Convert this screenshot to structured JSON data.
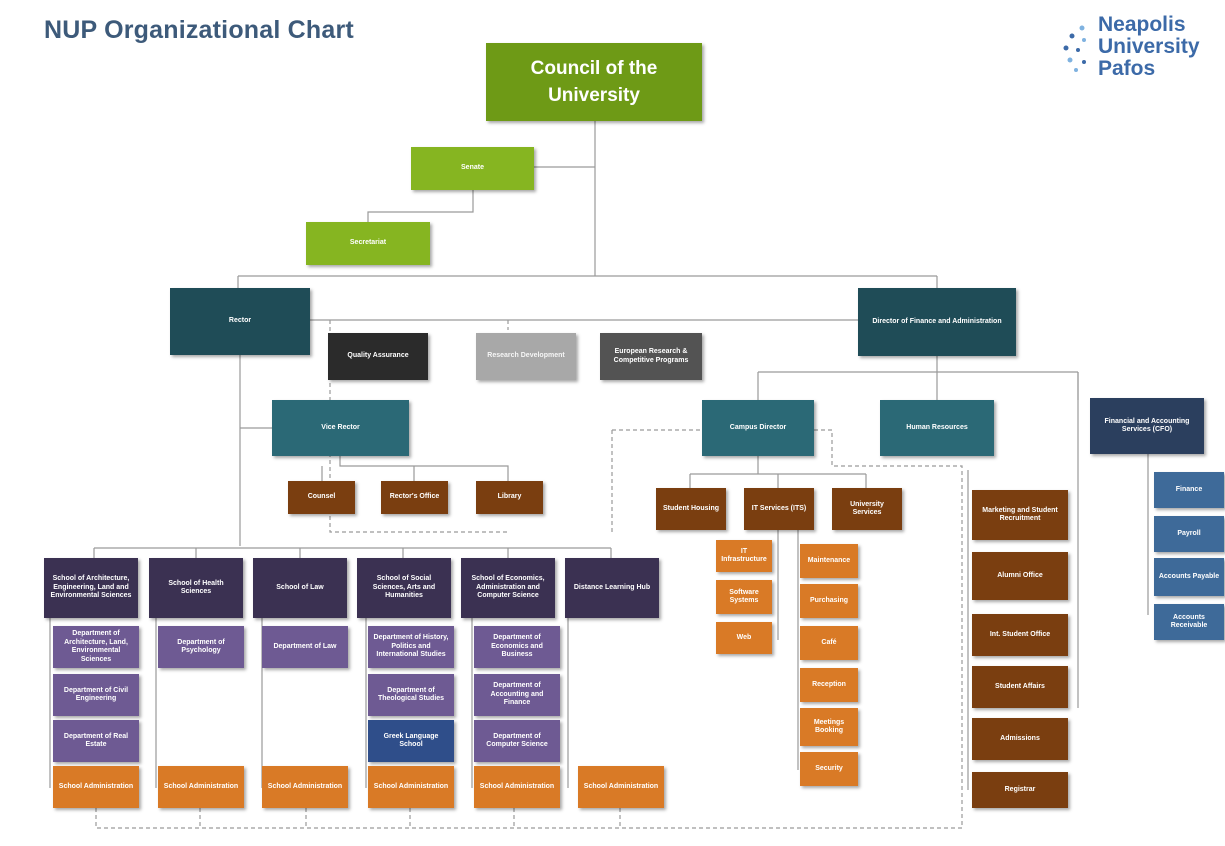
{
  "title": "NUP Organizational Chart",
  "logo": {
    "lines": [
      "Neapolis",
      "University",
      "Pafos"
    ]
  },
  "nodes": {
    "council": "Council of the University",
    "senate": "Senate",
    "secretariat": "Secretariat",
    "rector": "Rector",
    "quality": "Quality Assurance",
    "research_dev": "Research Development",
    "european": "European Research & Competitive Programs",
    "director_finance": "Director of Finance and Administration",
    "vice_rector": "Vice Rector",
    "counsel": "Counsel",
    "rectors_office": "Rector's Office",
    "library": "Library",
    "campus_director": "Campus Director",
    "human_resources": "Human Resources",
    "financial_services": "Financial and Accounting Services (CFO)",
    "student_housing": "Student Housing",
    "it_services": "IT Services (ITS)",
    "university_services": "University Services",
    "it_infrastructure": "IT Infrastructure",
    "software_systems": "Software Systems",
    "web": "Web",
    "maintenance": "Maintenance",
    "purchasing": "Purchasing",
    "cafe": "Café",
    "reception": "Reception",
    "meetings": "Meetings Booking",
    "security": "Security",
    "marketing": "Marketing and Student Recruitment",
    "alumni": "Alumni Office",
    "intl_student": "Int. Student Office",
    "student_affairs": "Student Affairs",
    "admissions": "Admissions",
    "registrar": "Registrar",
    "finance": "Finance",
    "payroll": "Payroll",
    "accounts_payable": "Accounts Payable",
    "accounts_receivable": "Accounts Receivable",
    "school_arch": "School of Architecture, Engineering, Land and Environmental Sciences",
    "school_health": "School of Health Sciences",
    "school_law": "School of Law",
    "school_social": "School of Social Sciences, Arts and Humanities",
    "school_econ": "School of Economics, Administration and Computer Science",
    "distance": "Distance Learning Hub",
    "dept_arch": "Department of Architecture, Land, Environmental Sciences",
    "dept_civil": "Department of Civil Engineering",
    "dept_real": "Department of Real Estate",
    "dept_psych": "Department of Psychology",
    "dept_law": "Department of Law",
    "dept_history": "Department of History, Politics and International Studies",
    "dept_theology": "Department of Theological Studies",
    "greek_lang": "Greek Language School",
    "dept_econ": "Department of Economics and Business",
    "dept_acc": "Department of Accounting and Finance",
    "dept_cs": "Department of Computer Science",
    "school_admin": "School Administration"
  }
}
